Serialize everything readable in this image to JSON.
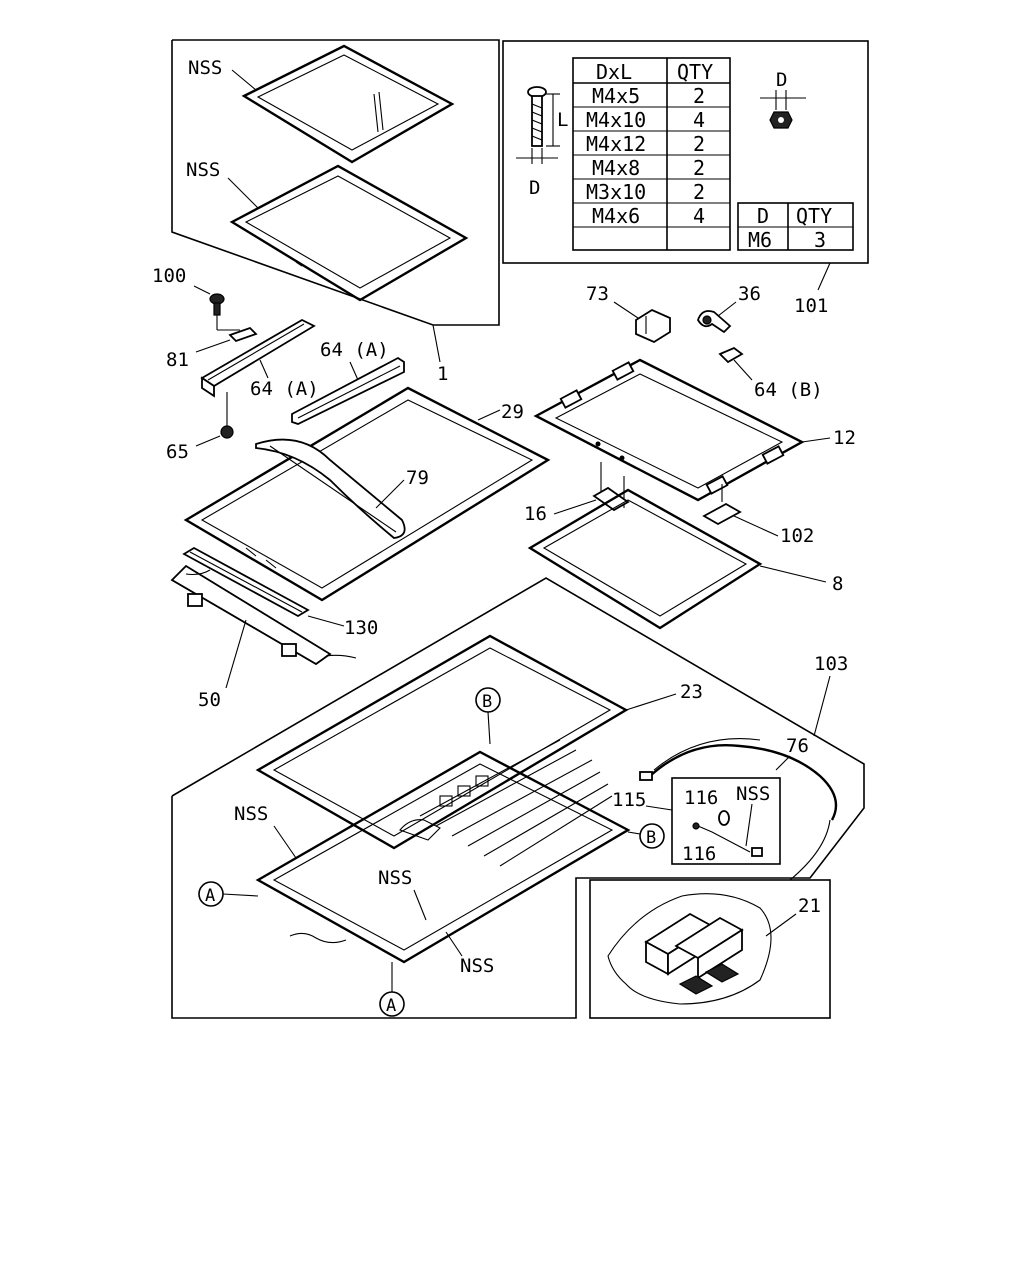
{
  "labels": {
    "nss_top": "NSS",
    "nss_mid": "NSS",
    "n1": "1",
    "n100": "100",
    "n81": "81",
    "n64a_left": "64 (A)",
    "n64a_top": "64 (A)",
    "n65": "65",
    "n29": "29",
    "n79": "79",
    "n130": "130",
    "n50": "50",
    "n73": "73",
    "n36": "36",
    "n64b": "64 (B)",
    "n12": "12",
    "n16": "16",
    "n102": "102",
    "n8": "8",
    "n101": "101",
    "n103": "103",
    "n23": "23",
    "n76": "76",
    "n115": "115",
    "n116a": "116",
    "n116b": "116",
    "nss_box": "NSS",
    "nss_left": "NSS",
    "nss_center": "NSS",
    "nss_bottom": "NSS",
    "n21": "21",
    "ref_a1": "A",
    "ref_a2": "A",
    "ref_b1": "B",
    "ref_b2": "B"
  },
  "screw_table": {
    "headers": [
      "DxL",
      "QTY"
    ],
    "rows": [
      [
        "M4x5",
        "2"
      ],
      [
        "M4x10",
        "4"
      ],
      [
        "M4x12",
        "2"
      ],
      [
        "M4x8",
        "2"
      ],
      [
        "M3x10",
        "2"
      ],
      [
        "M4x6",
        "4"
      ],
      [
        "",
        ""
      ]
    ]
  },
  "nut_table": {
    "headers": [
      "D",
      "QTY"
    ],
    "rows": [
      [
        "M6",
        "3"
      ]
    ]
  },
  "dimension_labels": {
    "screw_d": "D",
    "screw_l": "L",
    "nut_d": "D"
  }
}
